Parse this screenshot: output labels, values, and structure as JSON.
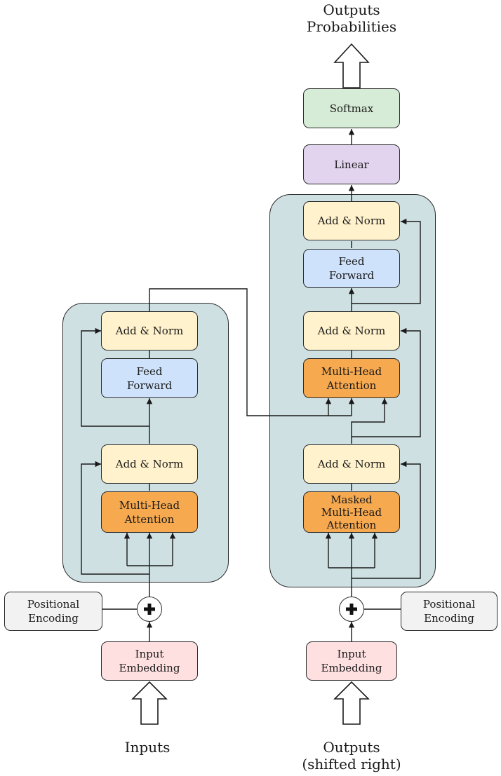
{
  "labels": {
    "outputs_probabilities": [
      "Outputs",
      "Probabilities"
    ],
    "softmax": "Softmax",
    "linear": "Linear",
    "add_norm": "Add & Norm",
    "feed_forward": [
      "Feed",
      "Forward"
    ],
    "multi_head_attention": [
      "Multi-Head",
      "Attention"
    ],
    "masked_multi_head_attention": [
      "Masked",
      "Multi-Head",
      "Attention"
    ],
    "positional_encoding": [
      "Positional",
      "Encoding"
    ],
    "input_embedding": [
      "Input",
      "Embedding"
    ],
    "inputs": "Inputs",
    "outputs_shifted_right": [
      "Outputs",
      "(shifted right)"
    ]
  },
  "colors": {
    "stack_fill": "#cfe0e3",
    "add_norm": "#fff2cc",
    "feed_forward": "#cfe2fb",
    "attention": "#f7a94f",
    "embedding": "#ffe0e1",
    "positional_encoding": "#f2f2f2",
    "linear": "#e2d4ee",
    "softmax": "#d6ecd6"
  },
  "icons": {
    "sum": "plus-icon",
    "input_arrow": "hollow-up-arrow-icon",
    "output_arrow": "hollow-up-arrow-icon"
  }
}
